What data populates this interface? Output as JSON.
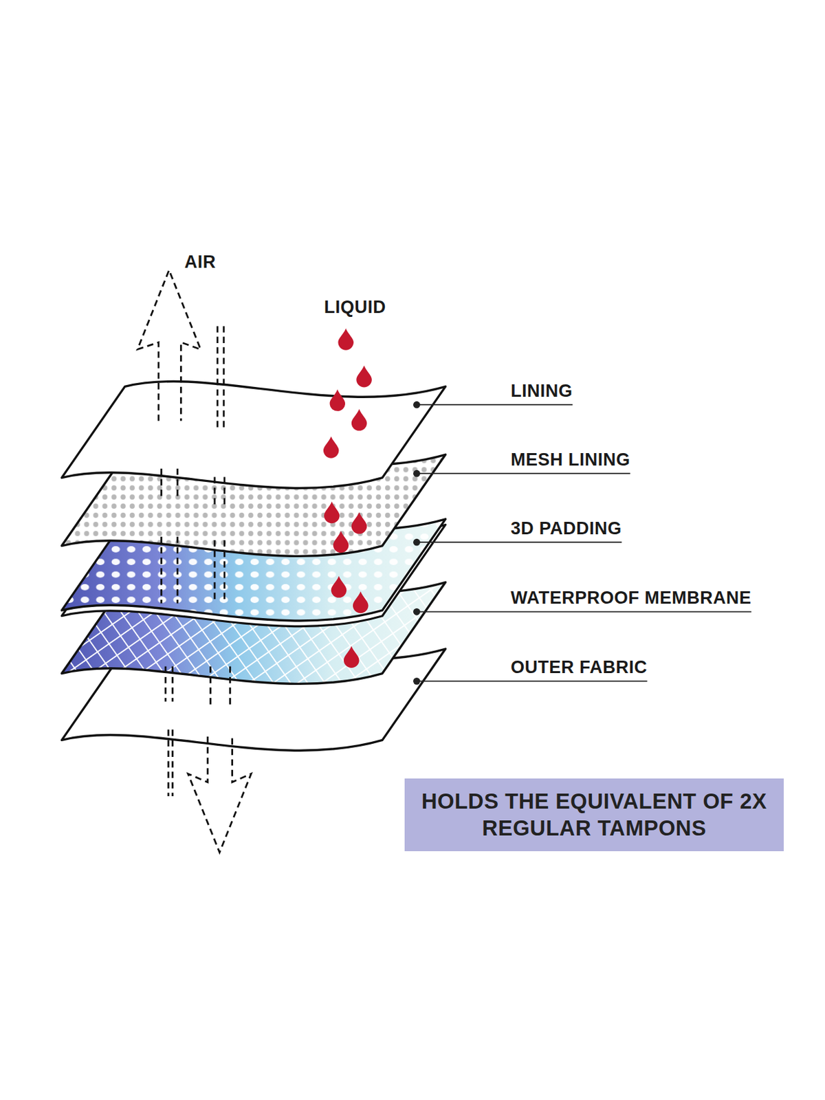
{
  "diagram": {
    "nodes": [
      {
        "text": [
          "HOLDS THE EQUIVALENT OF 2X REGULAR TAMPONS"
        ]
      }
    ],
    "labels": [
      "AIR",
      "LIQUID",
      "LINING",
      "MESH LINING",
      "3D PADDING",
      "WATERPROOF MEMBRANE",
      "OUTER FABRIC"
    ]
  }
}
